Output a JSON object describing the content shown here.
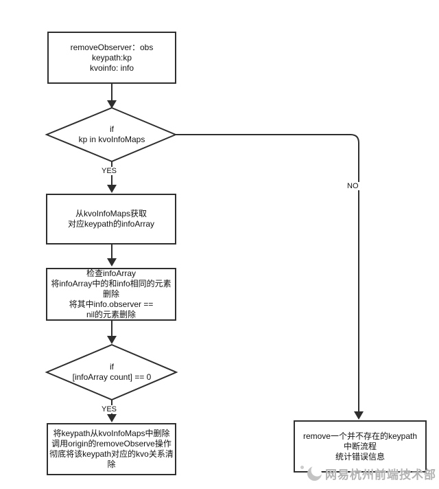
{
  "colors": {
    "line": "#2e2e2e",
    "text": "#111111",
    "watermark": "#b3b3b3"
  },
  "nodes": {
    "start": {
      "text": "removeObserver：obs\nkeypath:kp\nkvoinfo: info"
    },
    "decision_kp": {
      "text": "if\nkp in kvoInfoMaps"
    },
    "get_infoarray": {
      "text": "从kvoInfoMaps获取\n对应keypath的infoArray"
    },
    "check_infoarray": {
      "text": "检查infoArray\n将infoArray中的和info相同的元素\n删除\n将其中info.observer ==\nnil的元素删除"
    },
    "decision_count": {
      "text": "if\n[infoArray count] == 0"
    },
    "cleanup": {
      "text": "将keypath从kvoInfoMaps中删除\n调用origin的removeObserve操作\n彻底将该keypath对应的kvo关系清\n除"
    },
    "error": {
      "text": "remove一个并不存在的keypath\n中断流程\n统计错误信息"
    }
  },
  "edge_labels": {
    "yes_kp": "YES",
    "yes_count": "YES",
    "no_kp": "NO"
  },
  "watermark": {
    "text": "网易杭州前端技术部"
  }
}
